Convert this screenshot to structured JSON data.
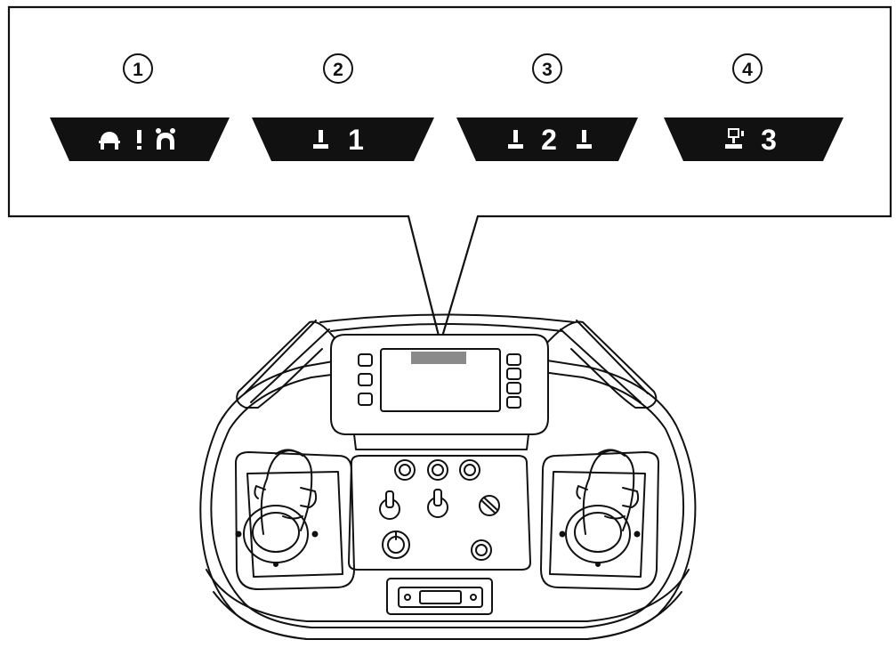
{
  "callouts": [
    {
      "number": "1",
      "icon": "operator-warning-icon",
      "label": ""
    },
    {
      "number": "2",
      "icon": "warning-bar-icon",
      "label": "1"
    },
    {
      "number": "3",
      "icon": "warning-bar-icon",
      "label": "2"
    },
    {
      "number": "4",
      "icon": "lever-icon",
      "label": "3"
    }
  ],
  "colors": {
    "ink": "#111111",
    "paper": "#ffffff",
    "screen_bar": "#8a8a8a"
  }
}
